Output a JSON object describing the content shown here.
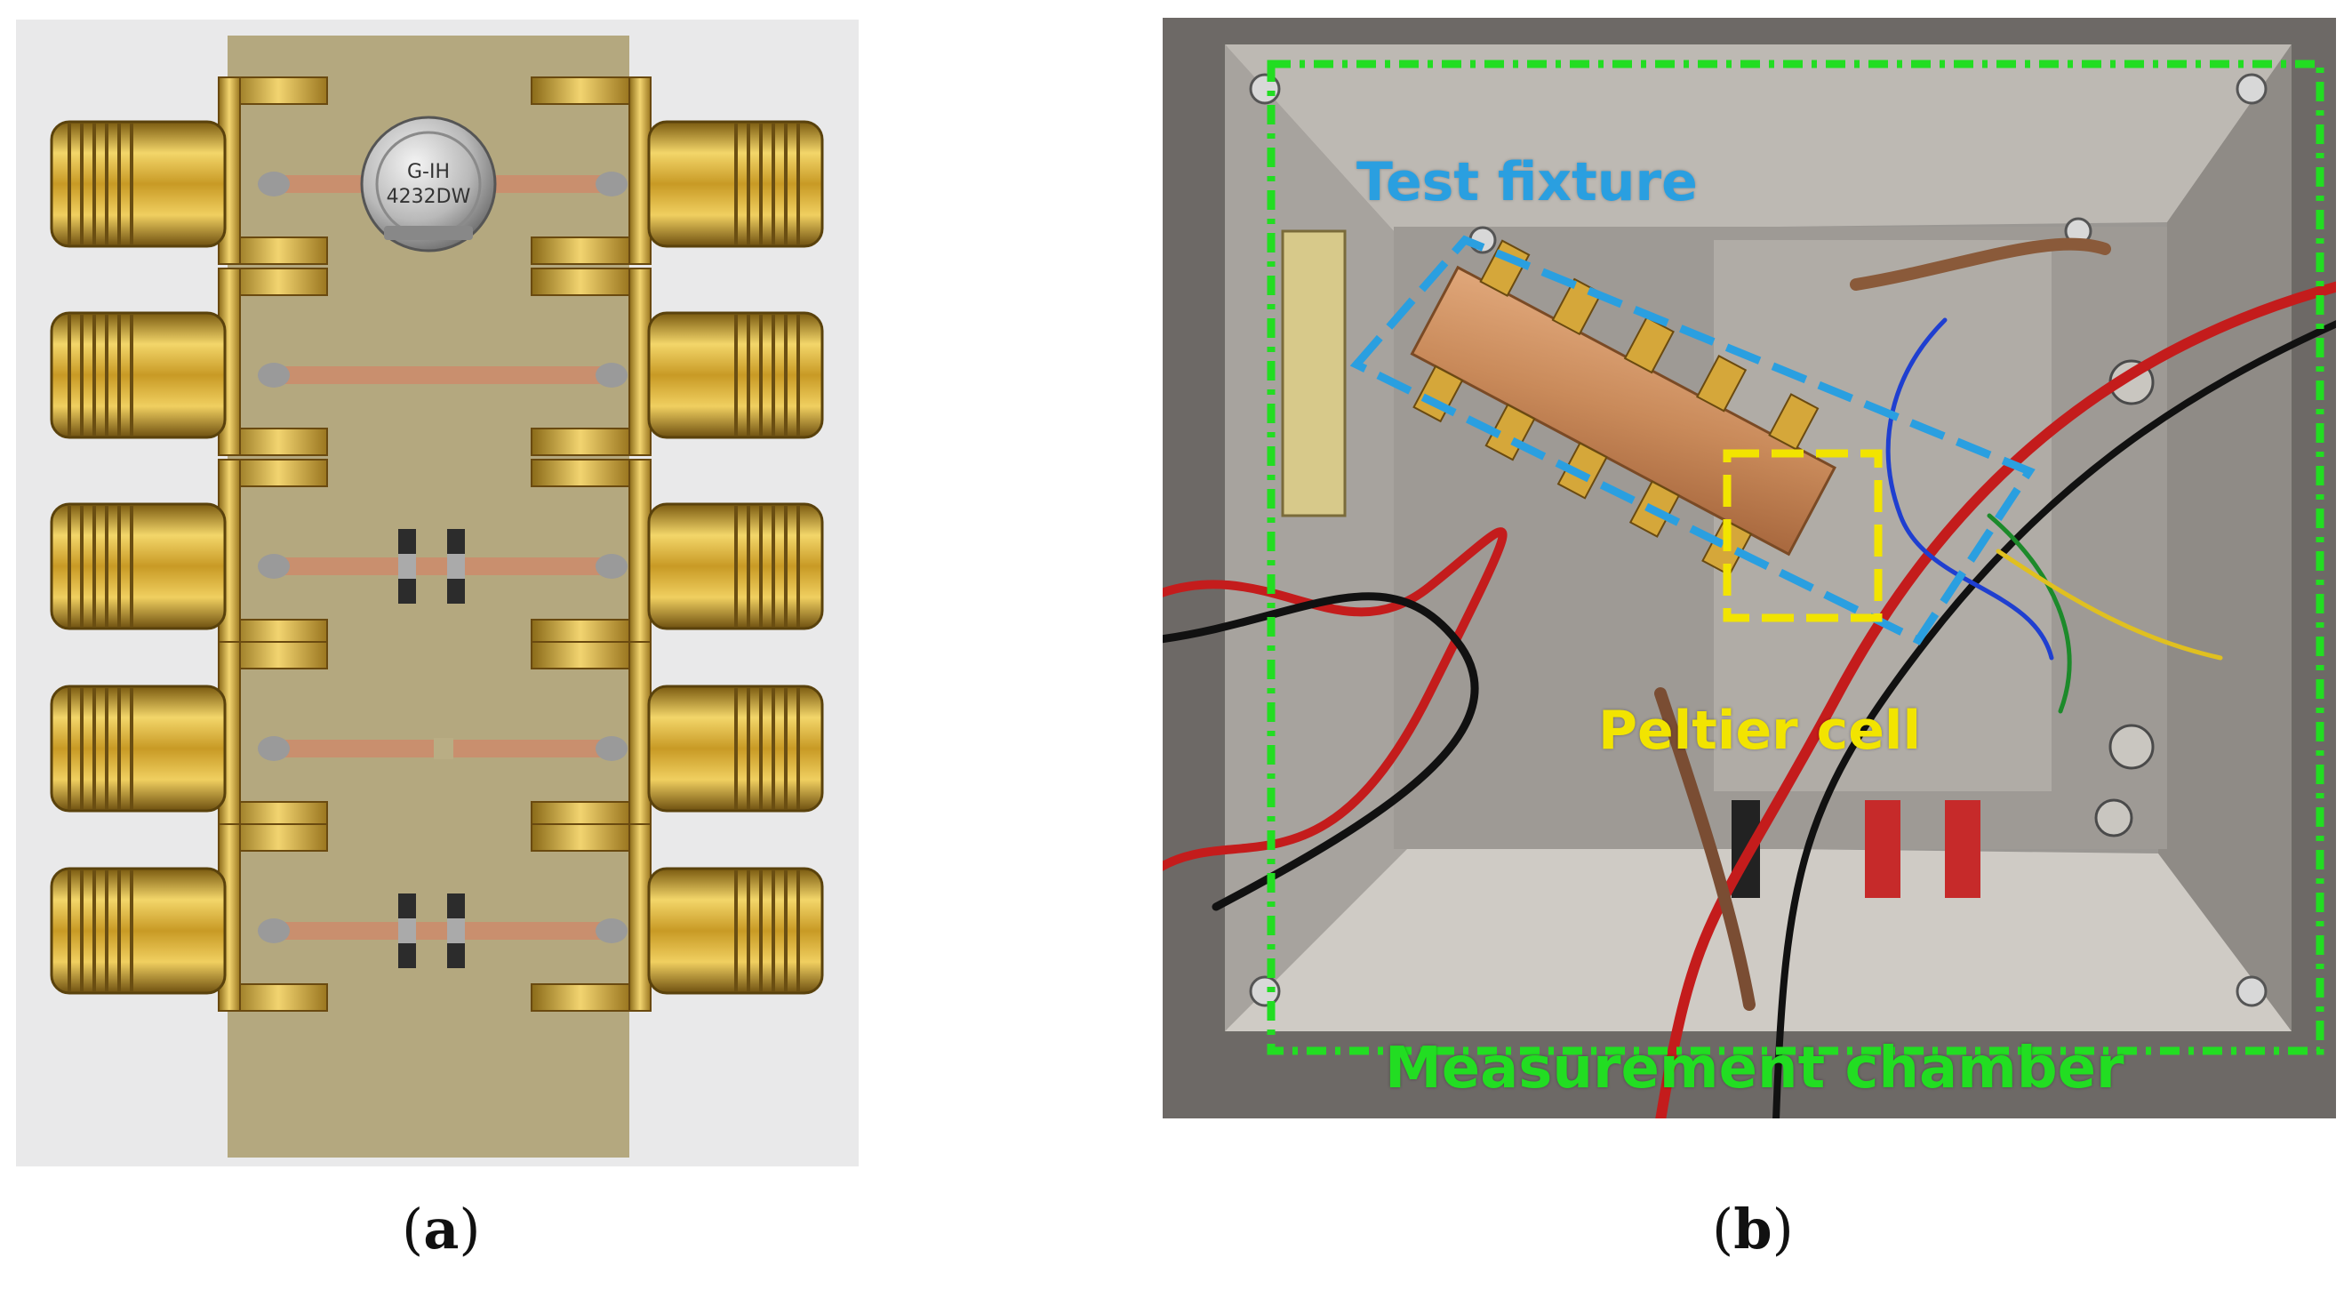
{
  "panel_a": {
    "caption_open": "(",
    "caption_letter": "a",
    "caption_close": ")",
    "chip_marking_line1": "G-IH",
    "chip_marking_line2": "4232DW"
  },
  "panel_b": {
    "caption_open": "(",
    "caption_letter": "b",
    "caption_close": ")",
    "labels": {
      "test_fixture": "Test fixture",
      "peltier_cell": "Peltier cell",
      "measurement_chamber": "Measurement chamber"
    },
    "colors": {
      "test_fixture": "#2a9fe0",
      "peltier_cell": "#f2e400",
      "measurement_chamber": "#22dd22"
    }
  }
}
